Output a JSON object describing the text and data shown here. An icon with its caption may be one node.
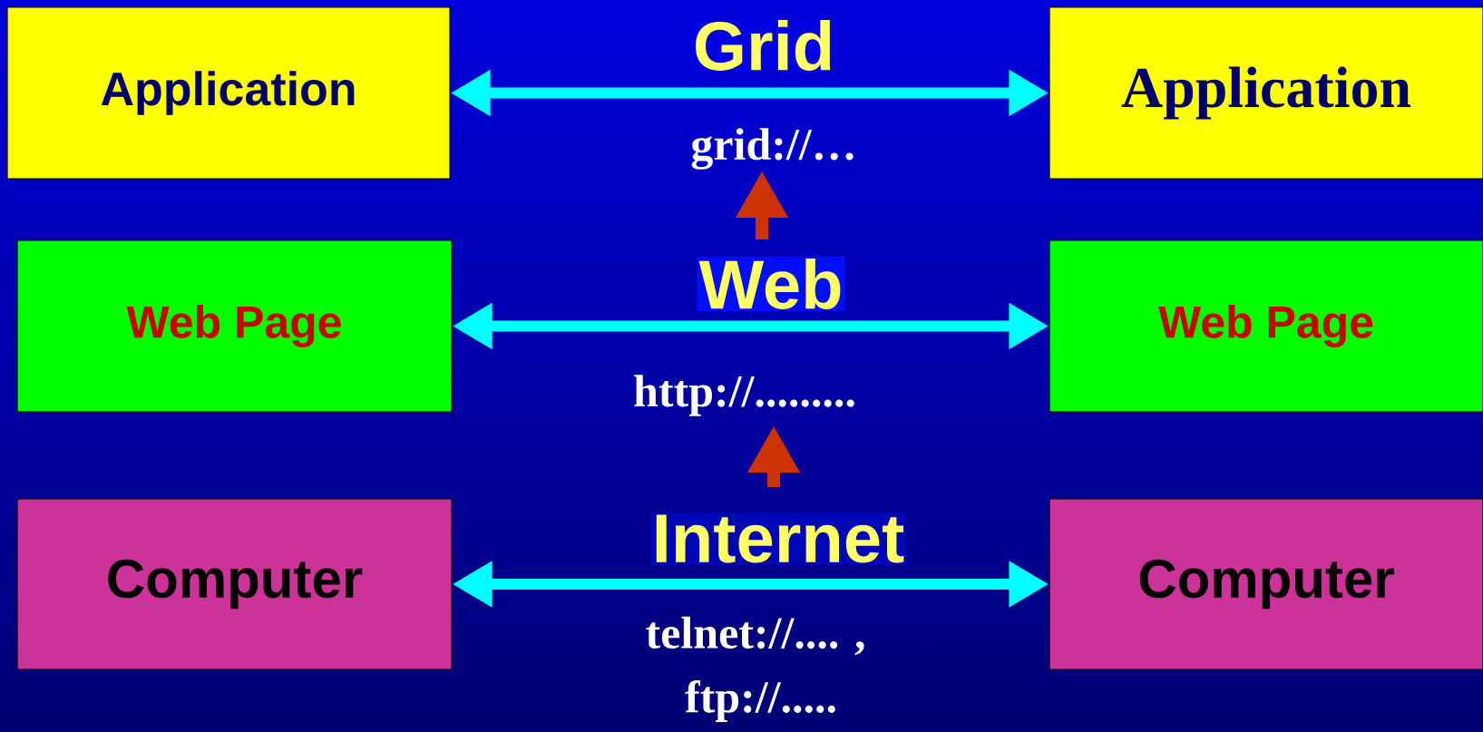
{
  "diagram": {
    "nodes": [
      {
        "text": [
          "Application"
        ]
      },
      {
        "text": [
          "Application"
        ]
      },
      {
        "text": [
          "Web Page"
        ]
      },
      {
        "text": [
          "Web Page"
        ]
      },
      {
        "text": [
          "Computer"
        ]
      },
      {
        "text": [
          "Computer"
        ]
      }
    ],
    "edges": [
      {
        "from": 0,
        "to": 1,
        "arrow": "both",
        "label": "Grid"
      },
      {
        "from": 2,
        "to": 3,
        "arrow": "both",
        "label": "Web"
      },
      {
        "from": 4,
        "to": 5,
        "arrow": "both",
        "label": "Internet"
      }
    ],
    "labels": [
      "grid://…",
      "http://.........",
      "telnet://.... ,",
      "ftp://....."
    ]
  }
}
